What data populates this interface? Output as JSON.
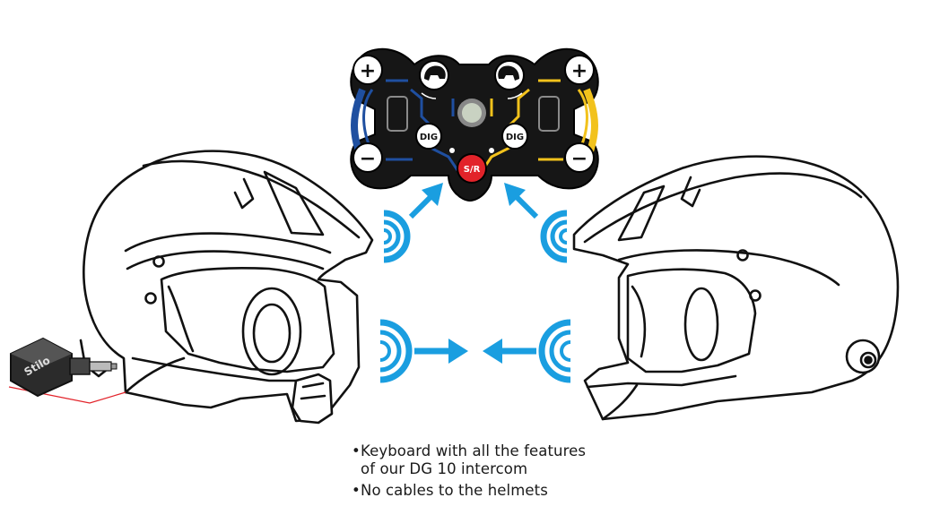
{
  "keypad": {
    "plus_symbol": "+",
    "minus_symbol": "−",
    "dig_label": "DIG",
    "sr_label": "S/R",
    "colors": {
      "left_channel": "#1f4fa0",
      "right_channel": "#f2c21c",
      "body": "#161616",
      "sr_button": "#e2232a"
    }
  },
  "connector": {
    "brand_label": "Stilo"
  },
  "wireless": {
    "color": "#1a9ee0"
  },
  "features": [
    {
      "bullet": "•",
      "line1": "Keyboard with all the features",
      "line2": "of our DG 10 intercom"
    },
    {
      "bullet": "•",
      "line1": "No cables to the helmets",
      "line2": ""
    }
  ]
}
